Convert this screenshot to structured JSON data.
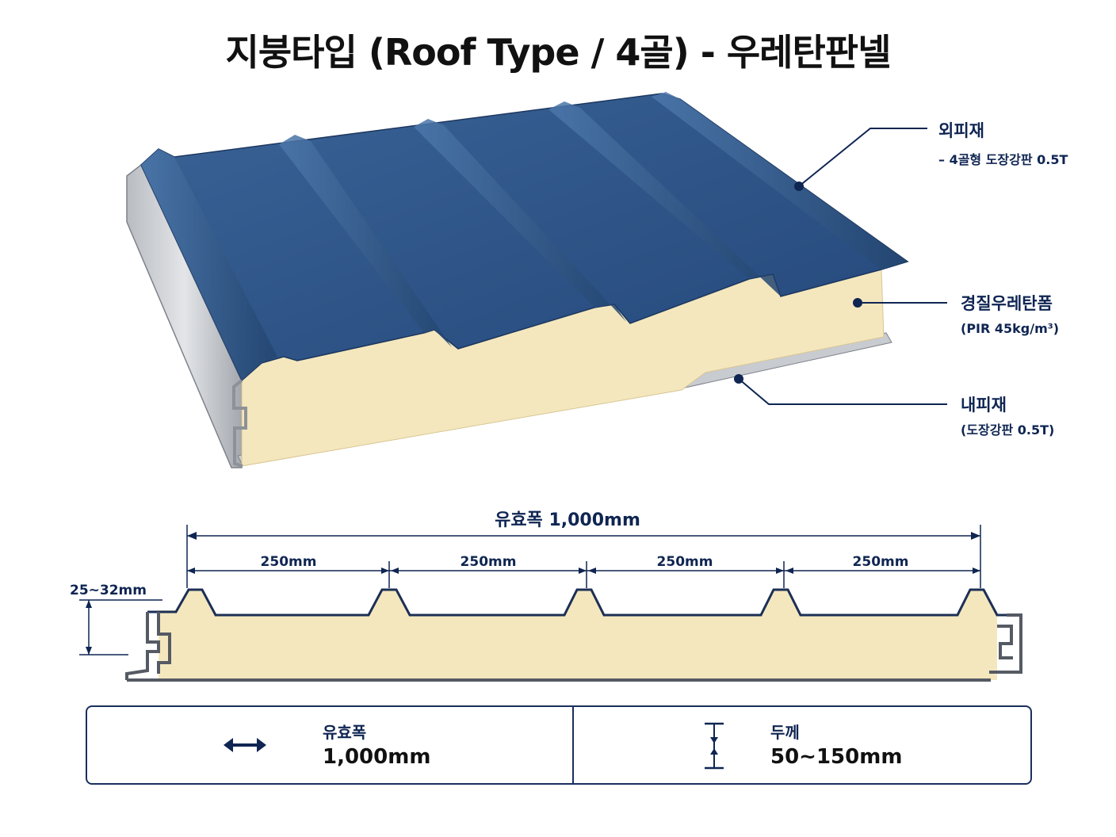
{
  "title": "지붕타입 (Roof Type / 4골) - 우레탄판넬",
  "callouts": {
    "outer": {
      "title": "외피재",
      "sub": "– 4골형 도장강판 0.5T"
    },
    "core": {
      "title": "경질우레탄폼",
      "sub": "(PIR 45kg/m³)"
    },
    "inner": {
      "title": "내피재",
      "sub": "(도장강판 0.5T)"
    }
  },
  "dimensions": {
    "effective_width": "유효폭 1,000mm",
    "pitches": [
      "250mm",
      "250mm",
      "250mm",
      "250mm"
    ],
    "rib_height": "25~32mm"
  },
  "specs": {
    "width": {
      "label": "유효폭",
      "value": "1,000mm"
    },
    "thickness": {
      "label": "두께",
      "value": "50~150mm"
    }
  },
  "colors": {
    "steel_blue": "#2f5585",
    "foam": "#f4e7be",
    "navy": "#0f2552"
  },
  "icons": {
    "width": "double-arrow-icon",
    "thickness": "thickness-icon"
  }
}
